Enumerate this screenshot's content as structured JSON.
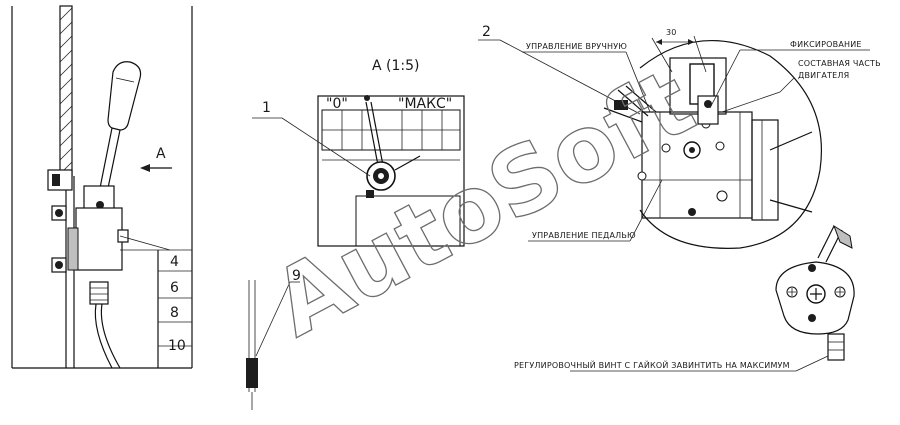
{
  "watermark": "AutoSoft",
  "view_label": "A",
  "view_title": "A (1:5)",
  "positions": {
    "zero": "\"0\"",
    "max": "\"МАКС\""
  },
  "callouts": {
    "c1": "1",
    "c2": "2",
    "c4": "4",
    "c6": "6",
    "c8": "8",
    "c9": "9",
    "c10": "10"
  },
  "dimension": "30",
  "annotations": {
    "manual": "УПРАВЛЕНИЕ ВРУЧНУЮ",
    "fixing": "ФИКСИРОВАНИЕ",
    "engine_part_1": "СОСТАВНАЯ ЧАСТЬ",
    "engine_part_2": "ДВИГАТЕЛЯ",
    "pedal": "УПРАВЛЕНИЕ ПЕДАЛЬЮ",
    "adjust_screw": "РЕГУЛИРОВОЧНЫЙ ВИНТ С ГАЙКОЙ ЗАВИНТИТЬ НА МАКСИМУМ"
  }
}
